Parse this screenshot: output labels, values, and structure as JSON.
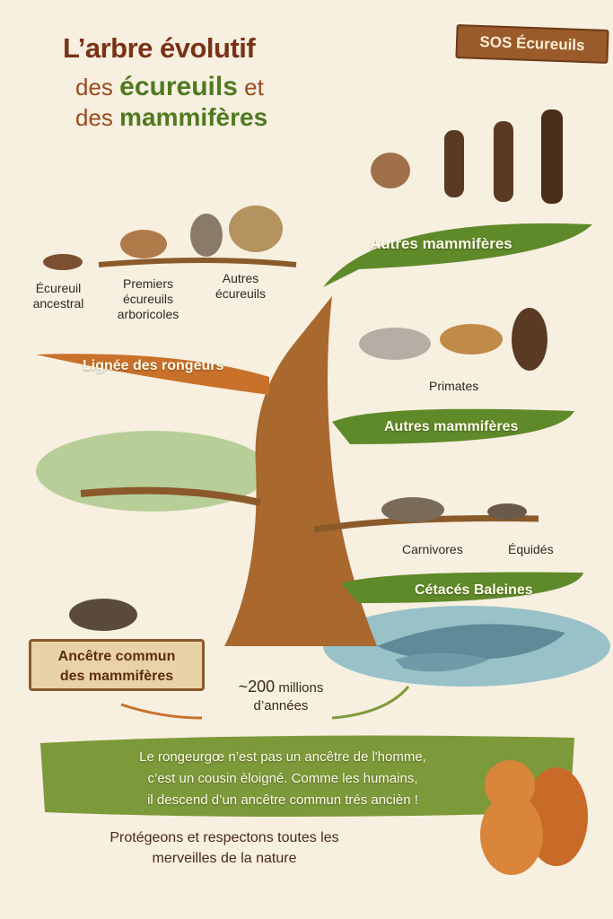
{
  "header": {
    "title_line1": "L’arbre évolutif",
    "title_line2_prefix": "des",
    "title_line2_highlight": "écureuils",
    "title_line2_suffix": "et",
    "title_line3_prefix": "des",
    "title_line3_highlight": "mammifères",
    "brand_sign": "SOS Écureuils"
  },
  "branches": {
    "top_mammals": "Autres mammifères",
    "rodents": "Lignée des rongeurs",
    "primates": "Primates",
    "middle_mammals": "Autres mammifères",
    "carnivores": "Carnivores",
    "equids": "Équidés",
    "cetaceans": "Cétacés Baleines"
  },
  "squirrel_labels": {
    "ancestral": "Écureuil ancestral",
    "first_arboreal": "Premiers écureuils arboricoles",
    "other": "Autres écureuils"
  },
  "root": {
    "common_ancestor_line1": "Ancêtre commun",
    "common_ancestor_line2": "des mammifères",
    "time_value": "~200",
    "time_unit": "millions",
    "time_suffix": "d’années"
  },
  "footer": {
    "note_line1": "Le rongeurgœ n’est pas un ancêtre de l'homme,",
    "note_line2": "c’est un cousin èloigné. Comme les humains,",
    "note_line3": "il descend d’un ancêtre commun trés ancièn !",
    "slogan_line1": "Protégeons et respectons toutes les",
    "slogan_line2": "merveilles de la nature"
  },
  "colors": {
    "background": "#f7efe0",
    "title_brown": "#7a3216",
    "title_green": "#4f7a1f",
    "branch_green": "#5f8a2a",
    "branch_orange": "#d9782a",
    "trunk": "#a8682e",
    "water": "#7fb7c2"
  }
}
